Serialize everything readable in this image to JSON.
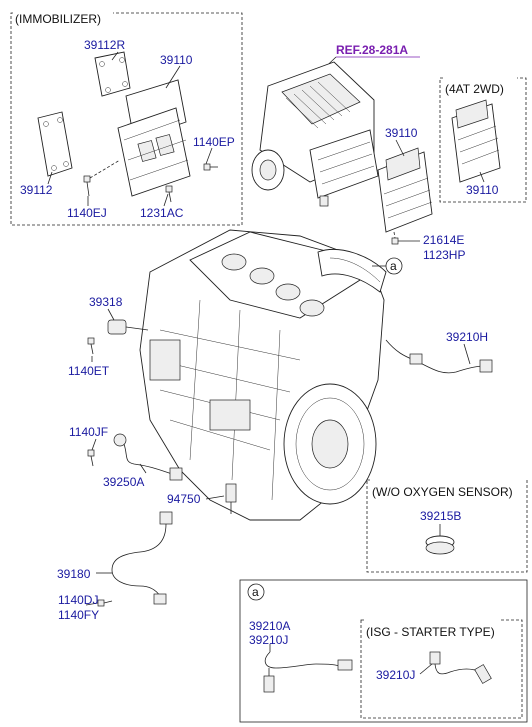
{
  "boxes": {
    "immobilizer": "(IMMOBILIZER)",
    "at2wd": "(4AT 2WD)",
    "wo_oxygen": "(W/O OXYGEN SENSOR)",
    "isg": "(ISG - STARTER TYPE)",
    "detail_ref": "a"
  },
  "ref_link": "REF.28-281A",
  "engine_callout": "a",
  "labels": {
    "p39112R": "39112R",
    "p39110_imm": "39110",
    "p1140EP": "1140EP",
    "p39112": "39112",
    "p1140EJ": "1140EJ",
    "p1231AC": "1231AC",
    "p39110_main": "39110",
    "p39110_4at": "39110",
    "p21614E": "21614E",
    "p1123HP": "1123HP",
    "p39318": "39318",
    "p1140ET": "1140ET",
    "p39210H": "39210H",
    "p1140JF": "1140JF",
    "p39250A": "39250A",
    "p94750": "94750",
    "p39180": "39180",
    "p1140DJ": "1140DJ",
    "p1140FY": "1140FY",
    "p39215B": "39215B",
    "p39210A": "39210A",
    "p39210J_a": "39210J",
    "p39210J_isg": "39210J"
  }
}
